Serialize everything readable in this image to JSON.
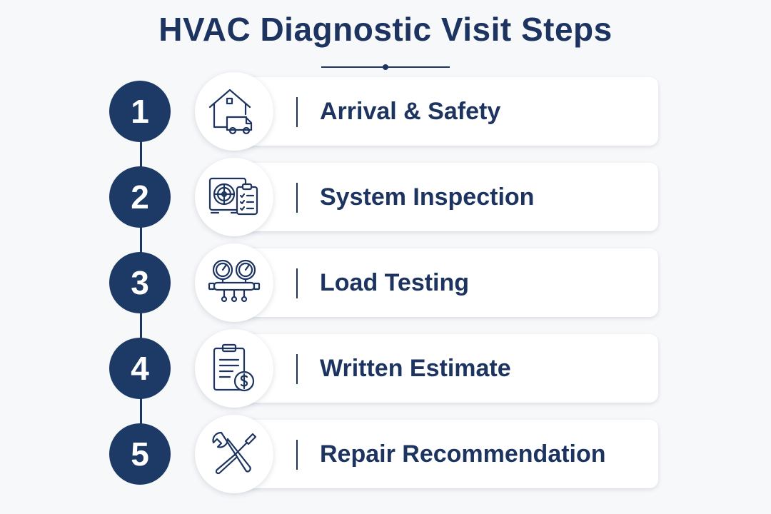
{
  "title": "HVAC Diagnostic Visit Steps",
  "colors": {
    "primary": "#1d3461",
    "card": "#ffffff",
    "background": "#f7f8fa"
  },
  "steps": [
    {
      "number": "1",
      "label": "Arrival & Safety",
      "icon": "house-van-icon"
    },
    {
      "number": "2",
      "label": "System Inspection",
      "icon": "ac-unit-clipboard-icon"
    },
    {
      "number": "3",
      "label": "Load Testing",
      "icon": "manifold-gauge-icon"
    },
    {
      "number": "4",
      "label": "Written Estimate",
      "icon": "clipboard-dollar-icon"
    },
    {
      "number": "5",
      "label": "Repair Recommendation",
      "icon": "wrench-screwdriver-icon"
    }
  ]
}
